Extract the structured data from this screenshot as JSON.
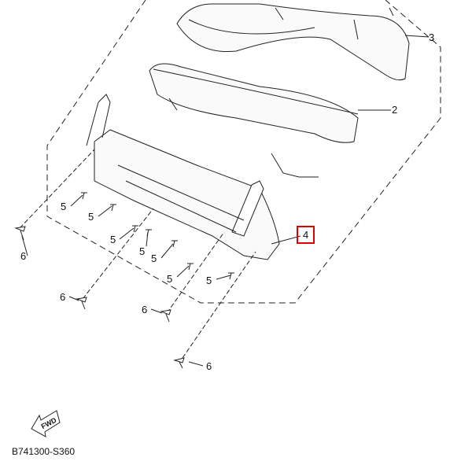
{
  "diagram": {
    "callouts": [
      {
        "ref": "3",
        "highlighted": false
      },
      {
        "ref": "2",
        "highlighted": false
      },
      {
        "ref": "4",
        "highlighted": true
      },
      {
        "ref": "5",
        "highlighted": false
      },
      {
        "ref": "5",
        "highlighted": false
      },
      {
        "ref": "5",
        "highlighted": false
      },
      {
        "ref": "5",
        "highlighted": false
      },
      {
        "ref": "5",
        "highlighted": false
      },
      {
        "ref": "5",
        "highlighted": false
      },
      {
        "ref": "5",
        "highlighted": false
      },
      {
        "ref": "6",
        "highlighted": false
      },
      {
        "ref": "6",
        "highlighted": false
      },
      {
        "ref": "6",
        "highlighted": false
      },
      {
        "ref": "6",
        "highlighted": false
      }
    ],
    "fwd_label": "FWD",
    "diagram_code": "B741300-S360",
    "highlight_color": "#e00000"
  }
}
